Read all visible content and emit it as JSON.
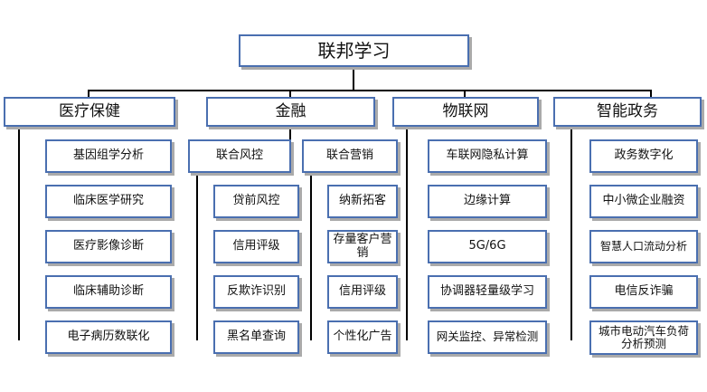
{
  "root": "联邦学习",
  "categories": [
    {
      "title": "医疗保健",
      "items": [
        "基因组学分析",
        "临床医学研究",
        "医疗影像诊断",
        "临床辅助诊断",
        "电子病历数联化"
      ]
    },
    {
      "title": "金融",
      "groups": [
        {
          "title": "联合风控",
          "items": [
            "贷前风控",
            "信用评级",
            "反欺诈识别",
            "黑名单查询"
          ]
        },
        {
          "title": "联合营销",
          "items": [
            "纳新拓客",
            "存量客户营销",
            "信用评级",
            "个性化广告"
          ]
        }
      ]
    },
    {
      "title": "物联网",
      "items": [
        "车联网隐私计算",
        "边缘计算",
        "5G/6G",
        "协调器轻量级学习",
        "网关监控、异常检测"
      ]
    },
    {
      "title": "智能政务",
      "items": [
        "政务数字化",
        "中小微企业融资",
        "智慧人口流动分析",
        "电信反诈骗",
        "城市电动汽车负荷分析预测"
      ]
    }
  ]
}
